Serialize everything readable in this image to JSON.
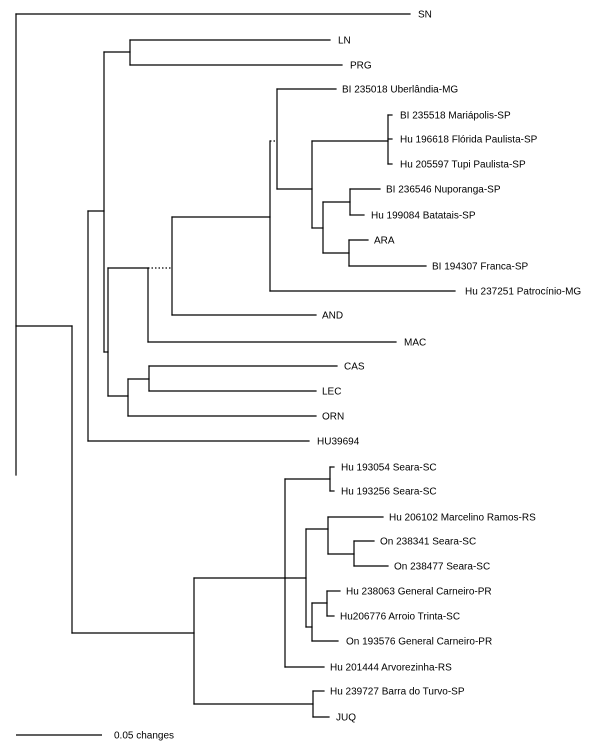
{
  "figure": {
    "type": "phylogenetic-tree",
    "line_color": "#000000",
    "dotted_branches": 2
  },
  "labels": {
    "SN": "SN",
    "LN": "LN",
    "PRG": "PRG",
    "BI235018": "BI 235018 Uberlândia-MG",
    "BI235518": "BI 235518 Mariápolis-SP",
    "Hu196618": "Hu 196618 Flórida Paulista-SP",
    "Hu205597": "Hu 205597 Tupi Paulista-SP",
    "BI236546": "BI 236546 Nuporanga-SP",
    "Hu199084": "Hu 199084 Batatais-SP",
    "ARA": "ARA",
    "BI194307": "BI 194307 Franca-SP",
    "Hu237251": "Hu 237251 Patrocínio-MG",
    "AND": "AND",
    "MAC": "MAC",
    "CAS": "CAS",
    "LEC": "LEC",
    "ORN": "ORN",
    "HU39694": "HU39694",
    "Hu193054": "Hu 193054 Seara-SC",
    "Hu193256": "Hu 193256 Seara-SC",
    "Hu206102": "Hu 206102 Marcelino Ramos-RS",
    "On238341": "On 238341 Seara-SC",
    "On238477": "On 238477 Seara-SC",
    "Hu238063": "Hu 238063 General Carneiro-PR",
    "Hu206776": "Hu206776 Arroio Trinta-SC",
    "On193576": "On 193576 General Carneiro-PR",
    "Hu201444": "Hu 201444 Arvorezinha-RS",
    "Hu239727": "Hu 239727 Barra do Turvo-SP",
    "JUQ": "JUQ"
  },
  "scale_bar": {
    "label": "0.05 changes"
  }
}
